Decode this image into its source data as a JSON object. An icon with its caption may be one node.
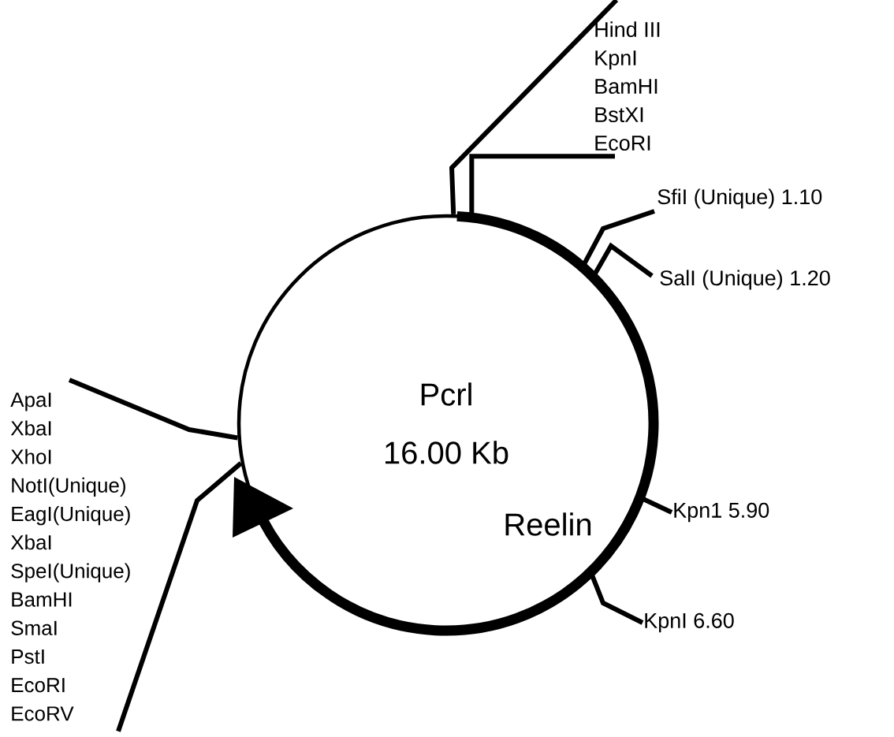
{
  "diagram": {
    "nodes": [
      {
        "text": [
          "Pcrl",
          "16.00 Kb"
        ]
      },
      {
        "text": [
          "Hind III",
          "KpnI",
          "BamHI",
          "BstXI",
          "EcoRI"
        ]
      },
      {
        "text": [
          "SfiI (Unique) 1.10"
        ]
      },
      {
        "text": [
          "SalI (Unique) 1.20"
        ]
      },
      {
        "text": [
          "Kpn1 5.90"
        ]
      },
      {
        "text": [
          "KpnI 6.60"
        ]
      },
      {
        "text": [
          "ApaI",
          "XbaI",
          "XhoI",
          "NotI(Unique)",
          "EagI(Unique)",
          "XbaI",
          "SpeI(Unique)",
          "BamHI",
          "SmaI",
          "PstI",
          "EcoRI",
          "EcoRV"
        ]
      }
    ],
    "edges": [
      {
        "from": 1,
        "to": 0,
        "arrow": "none"
      },
      {
        "from": 1,
        "to": 0,
        "arrow": "none"
      },
      {
        "from": 2,
        "to": 0,
        "arrow": "none"
      },
      {
        "from": 3,
        "to": 0,
        "arrow": "none"
      },
      {
        "from": 4,
        "to": 0,
        "arrow": "none"
      },
      {
        "from": 5,
        "to": 0,
        "arrow": "none"
      },
      {
        "from": 6,
        "to": 0,
        "arrow": "none"
      },
      {
        "from": 6,
        "to": 0,
        "arrow": "none"
      }
    ],
    "labels": [
      "Reelin"
    ]
  }
}
